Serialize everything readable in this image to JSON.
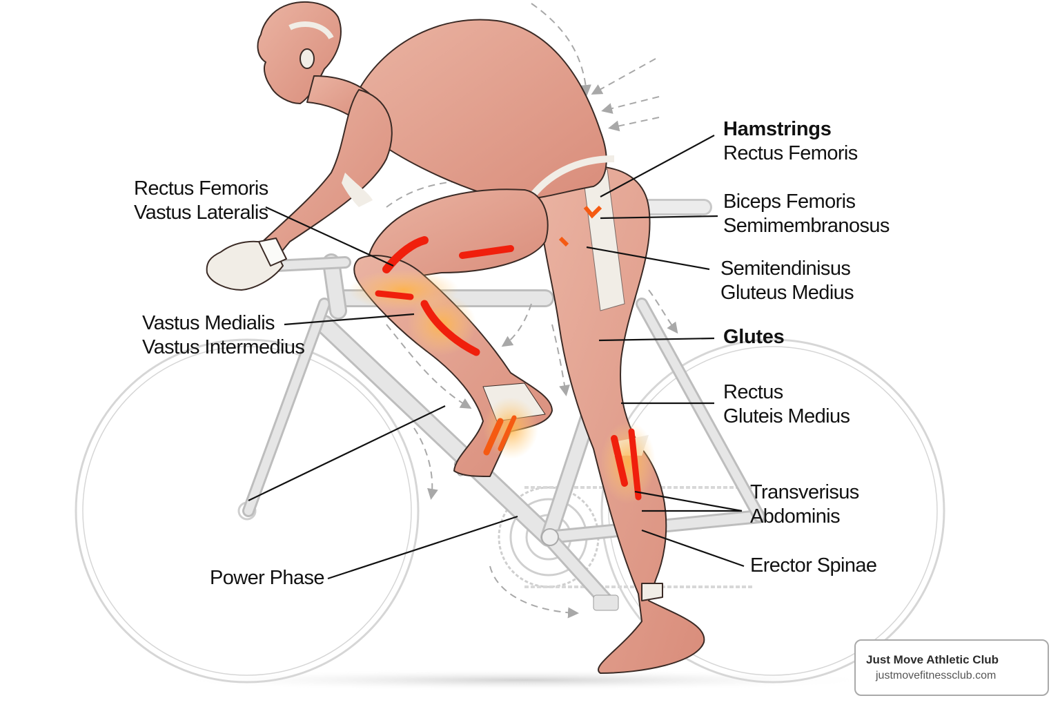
{
  "diagram": {
    "subject": "Muscles used in cycling",
    "colors": {
      "muscle": "#e3a592",
      "muscle_dark": "#c9776a",
      "tendon": "#f1ede6",
      "highlight_red": "#f01f0c",
      "highlight_orange": "#f6a53c",
      "frame": "#dcdcdc",
      "wheel": "#d3d3d3",
      "leader_line": "#111111"
    },
    "labels_left": [
      {
        "lines": [
          "Rectus Femoris",
          "Vastus Lateralis"
        ],
        "bold": false
      },
      {
        "lines": [
          "Vastus Medialis",
          "Vastus Intermedius"
        ],
        "bold": false
      },
      {
        "lines": [
          "Power Phase"
        ],
        "bold": false
      }
    ],
    "labels_right": [
      {
        "lines": [
          "Hamstrings",
          "Rectus Femoris"
        ],
        "bold_first": true
      },
      {
        "lines": [
          "Biceps Femoris",
          "Semimembranosus"
        ],
        "bold_first": false
      },
      {
        "lines": [
          "Semitendinisus",
          "Gluteus Medius"
        ],
        "bold_first": false
      },
      {
        "lines": [
          "Glutes"
        ],
        "bold_first": true
      },
      {
        "lines": [
          "Rectus",
          "Gluteis Medius"
        ],
        "bold_first": false
      },
      {
        "lines": [
          "Transverisus",
          "Abdominis"
        ],
        "bold_first": false
      },
      {
        "lines": [
          "Erector Spinae"
        ],
        "bold_first": false
      }
    ]
  },
  "watermark": {
    "title": "Just Move Athletic Club",
    "url": "justmovefitnessclub.com"
  }
}
